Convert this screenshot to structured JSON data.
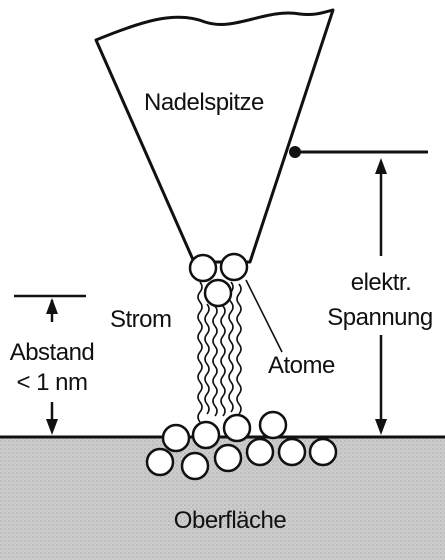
{
  "labels": {
    "tip": "Nadelspitze",
    "voltage_line1": "elektr.",
    "voltage_line2": "Spannung",
    "current": "Strom",
    "distance_line1": "Abstand",
    "distance_line2": "< 1 nm",
    "atoms": "Atome",
    "surface": "Oberfläche"
  },
  "colors": {
    "ink": "#111111",
    "surface_fill": "#c9c9c9",
    "background": "#ffffff"
  }
}
